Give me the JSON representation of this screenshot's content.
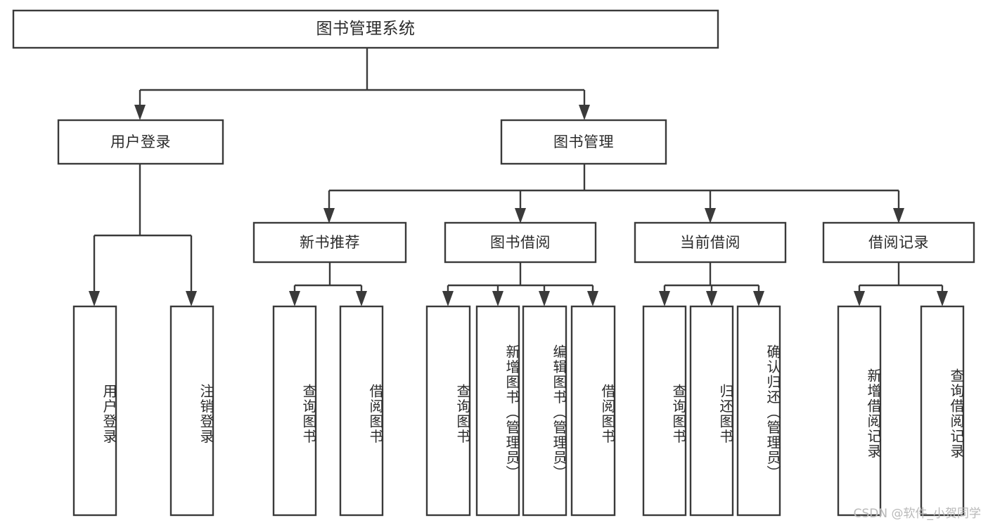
{
  "diagram": {
    "title": "图书管理系统",
    "type": "hierarchy-tree",
    "watermark": "CSDN @软件_小贺同学",
    "colors": {
      "stroke": "#3a3a3a",
      "box_fill": "#ffffff",
      "text": "#2b2b2b",
      "background": "#ffffff",
      "watermark": "#b9b9b9"
    },
    "levels": [
      {
        "level": 1,
        "nodes": [
          {
            "id": "root",
            "label": "图书管理系统",
            "orientation": "horizontal"
          }
        ]
      },
      {
        "level": 2,
        "nodes": [
          {
            "id": "login",
            "label": "用户登录",
            "orientation": "horizontal",
            "parent": "root"
          },
          {
            "id": "bookmgmt",
            "label": "图书管理",
            "orientation": "horizontal",
            "parent": "root"
          }
        ]
      },
      {
        "level": 3,
        "nodes": [
          {
            "id": "newbook",
            "label": "新书推荐",
            "orientation": "horizontal",
            "parent": "bookmgmt"
          },
          {
            "id": "borrow",
            "label": "图书借阅",
            "orientation": "horizontal",
            "parent": "bookmgmt"
          },
          {
            "id": "current",
            "label": "当前借阅",
            "orientation": "horizontal",
            "parent": "bookmgmt"
          },
          {
            "id": "record",
            "label": "借阅记录",
            "orientation": "horizontal",
            "parent": "bookmgmt"
          }
        ]
      },
      {
        "level": 4,
        "nodes": [
          {
            "id": "leaf-1",
            "label": "用户登录",
            "orientation": "vertical",
            "parent": "login"
          },
          {
            "id": "leaf-2",
            "label": "注销登录",
            "orientation": "vertical",
            "parent": "login"
          },
          {
            "id": "leaf-3",
            "label": "查询图书",
            "orientation": "vertical",
            "parent": "newbook"
          },
          {
            "id": "leaf-4",
            "label": "借阅图书",
            "orientation": "vertical",
            "parent": "newbook"
          },
          {
            "id": "leaf-5",
            "label": "查询图书",
            "orientation": "vertical",
            "parent": "borrow"
          },
          {
            "id": "leaf-6",
            "label": "新增图书（管理员）",
            "orientation": "vertical",
            "parent": "borrow"
          },
          {
            "id": "leaf-7",
            "label": "编辑图书（管理员）",
            "orientation": "vertical",
            "parent": "borrow"
          },
          {
            "id": "leaf-8",
            "label": "借阅图书",
            "orientation": "vertical",
            "parent": "borrow"
          },
          {
            "id": "leaf-9",
            "label": "查询图书",
            "orientation": "vertical",
            "parent": "current"
          },
          {
            "id": "leaf-10",
            "label": "归还图书",
            "orientation": "vertical",
            "parent": "current"
          },
          {
            "id": "leaf-11",
            "label": "确认归还（管理员）",
            "orientation": "vertical",
            "parent": "current"
          },
          {
            "id": "leaf-12",
            "label": "新增借阅记录",
            "orientation": "vertical",
            "parent": "record"
          },
          {
            "id": "leaf-13",
            "label": "查询借阅记录",
            "orientation": "vertical",
            "parent": "record"
          }
        ]
      }
    ]
  }
}
